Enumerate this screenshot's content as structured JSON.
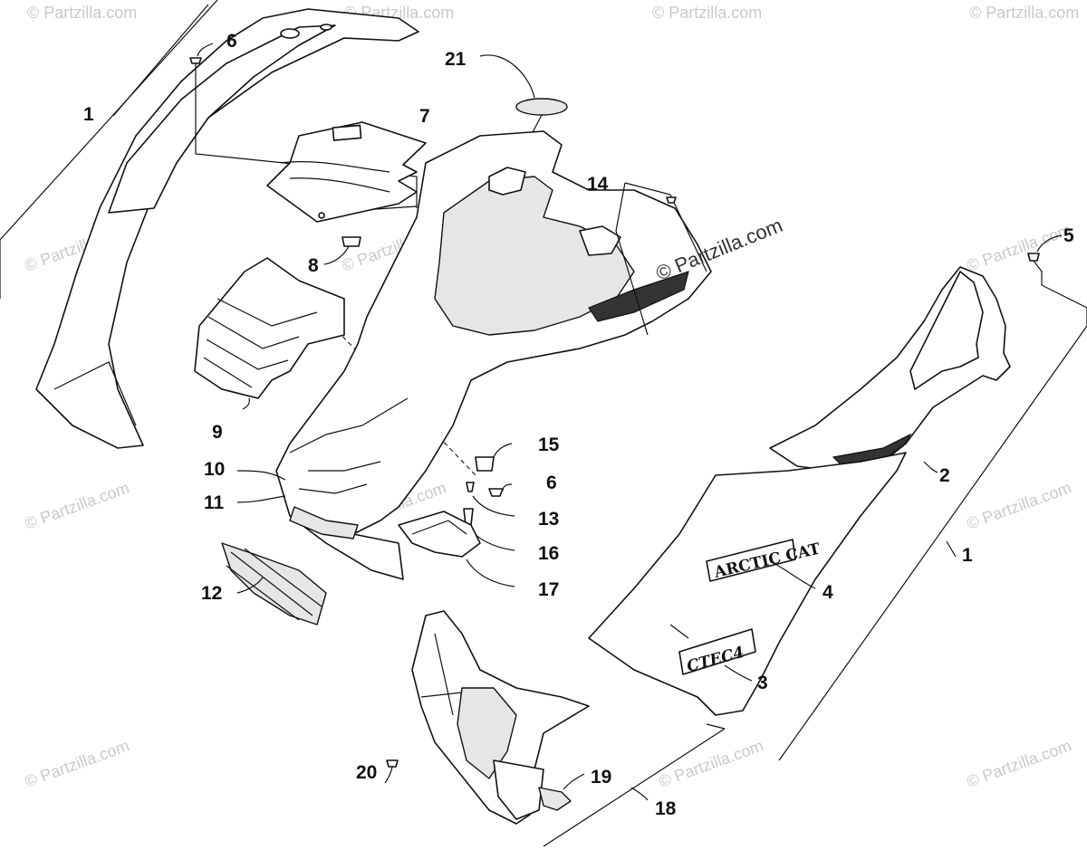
{
  "diagram": {
    "callouts": [
      {
        "id": "c1a",
        "text": "1"
      },
      {
        "id": "c6a",
        "text": "6"
      },
      {
        "id": "c21",
        "text": "21"
      },
      {
        "id": "c7",
        "text": "7"
      },
      {
        "id": "c14",
        "text": "14"
      },
      {
        "id": "c8",
        "text": "8"
      },
      {
        "id": "c5",
        "text": "5"
      },
      {
        "id": "c9",
        "text": "9"
      },
      {
        "id": "c15",
        "text": "15"
      },
      {
        "id": "c10",
        "text": "10"
      },
      {
        "id": "c6b",
        "text": "6"
      },
      {
        "id": "c2",
        "text": "2"
      },
      {
        "id": "c11",
        "text": "11"
      },
      {
        "id": "c13",
        "text": "13"
      },
      {
        "id": "c16",
        "text": "16"
      },
      {
        "id": "c1b",
        "text": "1"
      },
      {
        "id": "c12",
        "text": "12"
      },
      {
        "id": "c17",
        "text": "17"
      },
      {
        "id": "c4",
        "text": "4"
      },
      {
        "id": "c3",
        "text": "3"
      },
      {
        "id": "c19",
        "text": "19"
      },
      {
        "id": "c20",
        "text": "20"
      },
      {
        "id": "c18",
        "text": "18"
      }
    ],
    "decals": {
      "arctic_cat": "ARCTIC CAT",
      "model": "CTEC4"
    },
    "watermark": {
      "text": "© Partzilla.com"
    }
  }
}
